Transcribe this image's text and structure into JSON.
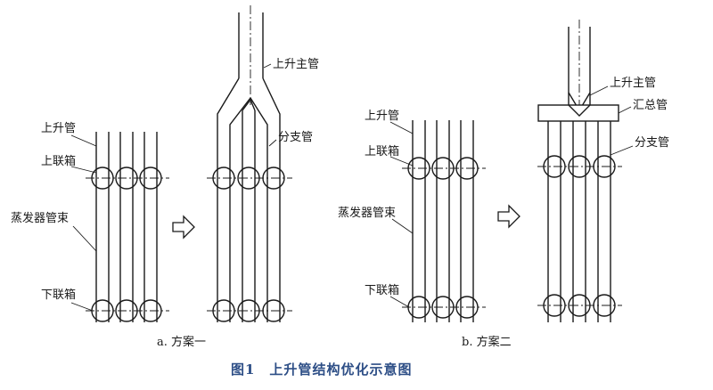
{
  "scheme_a": {
    "labels": {
      "riser": "上升管",
      "upper_header": "上联箱",
      "evaporator_bundle": "蒸发器管束",
      "lower_header": "下联箱",
      "main_riser": "上升主管",
      "branch_pipe": "分支管"
    },
    "caption": "a. 方案一"
  },
  "scheme_b": {
    "labels": {
      "riser": "上升管",
      "upper_header": "上联箱",
      "evaporator_bundle": "蒸发器管束",
      "lower_header": "下联箱",
      "main_riser": "上升主管",
      "manifold": "汇总管",
      "branch_pipe": "分支管"
    },
    "caption": "b. 方案二"
  },
  "figure_title": "图1　上升管结构优化示意图"
}
